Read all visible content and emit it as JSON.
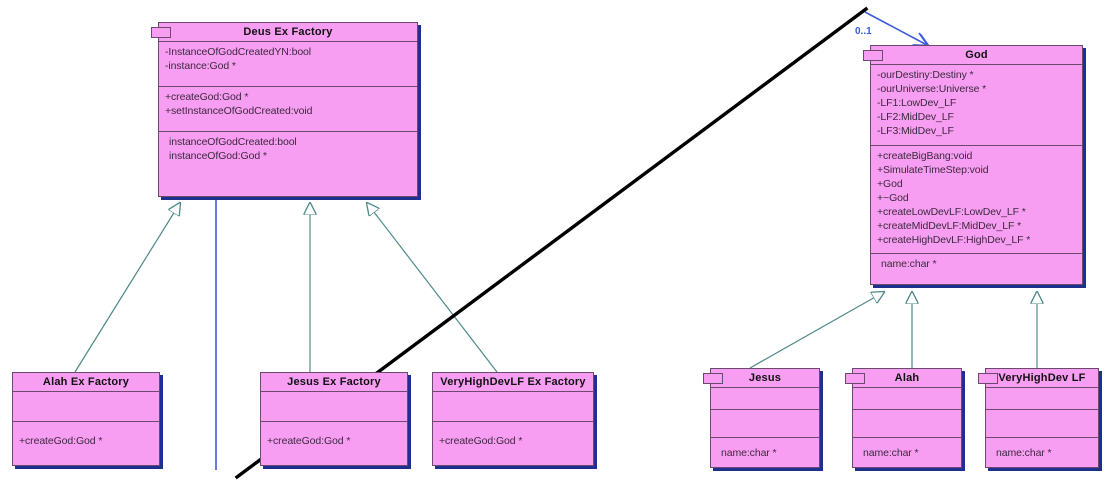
{
  "diagram": {
    "title": "Deus Ex Factory UML class diagram",
    "colors": {
      "class_fill": "#f79df2",
      "class_border": "#6b4a6e",
      "class_shadow": "#1d2f8f",
      "generalization_line": "#4f8a88",
      "association_line": "#3b5bdb",
      "annotation_line": "#000000",
      "multiplicity_text": "#3b5bdb"
    }
  },
  "classes": {
    "deus_ex_factory": {
      "name": "Deus Ex Factory",
      "attributes": [
        "-InstanceOfGodCreatedYN:bool",
        "-instance:God *"
      ],
      "operations": [
        "+createGod:God *",
        "+setInstanceOfGodCreated:void"
      ],
      "extras": [
        "instanceOfGodCreated:bool",
        "instanceOfGod:God *"
      ]
    },
    "god": {
      "name": "God",
      "attributes": [
        "-ourDestiny:Destiny *",
        "-ourUniverse:Universe *",
        "-LF1:LowDev_LF",
        "-LF2:MidDev_LF",
        "-LF3:MidDev_LF"
      ],
      "operations": [
        "+createBigBang:void",
        "+SimulateTimeStep:void",
        "+God",
        "+~God",
        "+createLowDevLF:LowDev_LF *",
        "+createMidDevLF:MidDev_LF *",
        "+createHighDevLF:HighDev_LF *"
      ],
      "extras": [
        "name:char *"
      ]
    },
    "alah_ex_factory": {
      "name": "Alah Ex Factory",
      "attributes": [],
      "operations": [
        "+createGod:God *"
      ]
    },
    "jesus_ex_factory": {
      "name": "Jesus Ex Factory",
      "attributes": [],
      "operations": [
        "+createGod:God *"
      ]
    },
    "veryhighdevlf_ex_factory": {
      "name": "VeryHighDevLF Ex Factory",
      "attributes": [],
      "operations": [
        "+createGod:God *"
      ]
    },
    "jesus": {
      "name": "Jesus",
      "attributes": [],
      "operations": [],
      "extras": [
        "name:char *"
      ]
    },
    "alah": {
      "name": "Alah",
      "attributes": [],
      "operations": [],
      "extras": [
        "name:char *"
      ]
    },
    "veryhighdev_lf": {
      "name": "VeryHighDev LF",
      "attributes": [],
      "operations": [],
      "extras": [
        "name:char *"
      ]
    }
  },
  "labels": {
    "association_multiplicity": "0..1"
  }
}
